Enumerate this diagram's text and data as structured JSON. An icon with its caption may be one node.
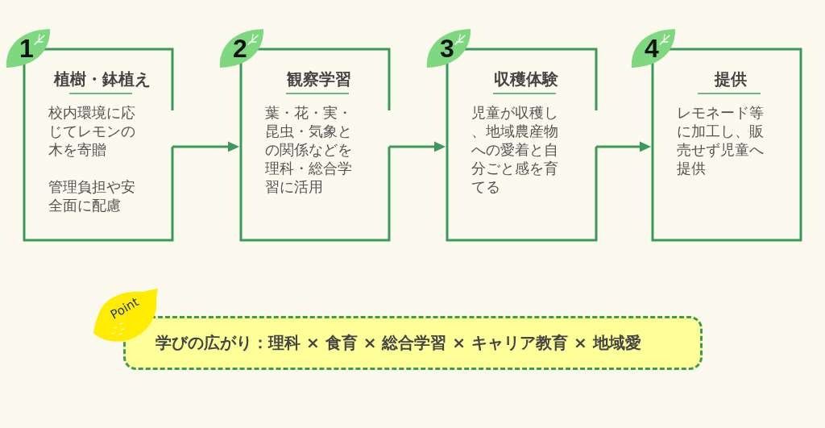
{
  "diagram": {
    "nodes": [
      {
        "text": [
          "1"
        ]
      },
      {
        "text": [
          "植樹・鉢植え",
          "校内環境に応じてレモンの木を寄贈",
          "管理負担や安全面に配慮"
        ]
      },
      {
        "text": [
          "2"
        ]
      },
      {
        "text": [
          "観察学習",
          "葉・花・実・昆虫・気象との関係などを理科・総合学習に活用"
        ]
      },
      {
        "text": [
          "3"
        ]
      },
      {
        "text": [
          "収穫体験",
          "児童が収穫し、地域農産物への愛着と自分ごと感を育てる"
        ]
      },
      {
        "text": [
          "4"
        ]
      },
      {
        "text": [
          "提供",
          "レモネード等に加工し、販売せず児童へ提供"
        ]
      },
      {
        "text": [
          "Point"
        ]
      },
      {
        "text": [
          "学びの広がり：理科 × 食育 × 総合学習 × キャリア教育 × 地域愛"
        ]
      }
    ],
    "edges": [
      {
        "from": 1,
        "to": 3,
        "arrow": "to"
      },
      {
        "from": 3,
        "to": 5,
        "arrow": "to"
      },
      {
        "from": 5,
        "to": 7,
        "arrow": "to"
      }
    ]
  }
}
